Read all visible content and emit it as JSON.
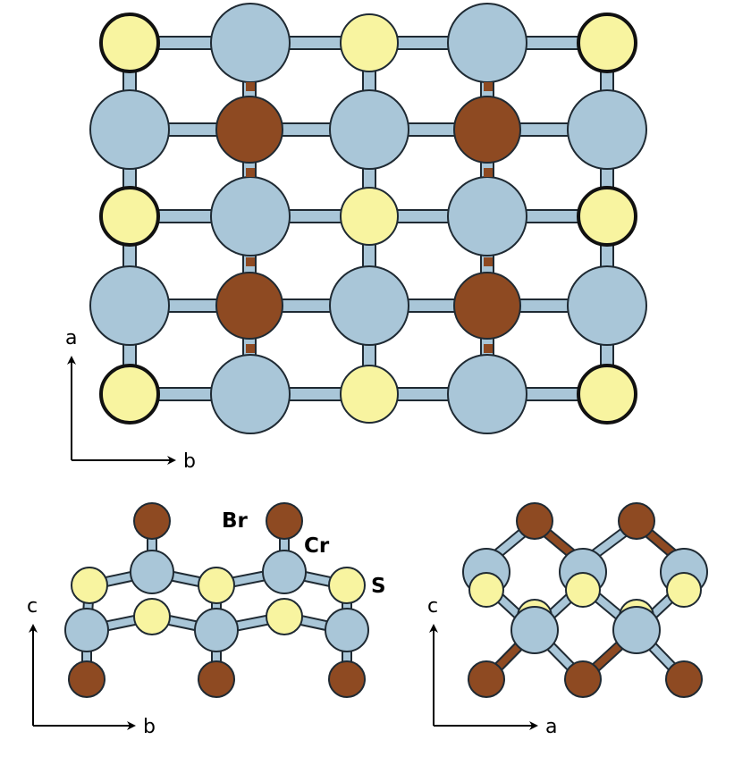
{
  "colors": {
    "cr": "#a9c6d8",
    "s": "#f8f4a0",
    "br": "#8e4a22",
    "outline": "#1f2a33",
    "bond": "#a9c6d8"
  },
  "top_view": {
    "axis_vertical": "a",
    "axis_horizontal": "b"
  },
  "side_view_b": {
    "axis_vertical": "c",
    "axis_horizontal": "b",
    "labels": {
      "br": "Br",
      "cr": "Cr",
      "s": "S"
    }
  },
  "side_view_a": {
    "axis_vertical": "c",
    "axis_horizontal": "a"
  }
}
